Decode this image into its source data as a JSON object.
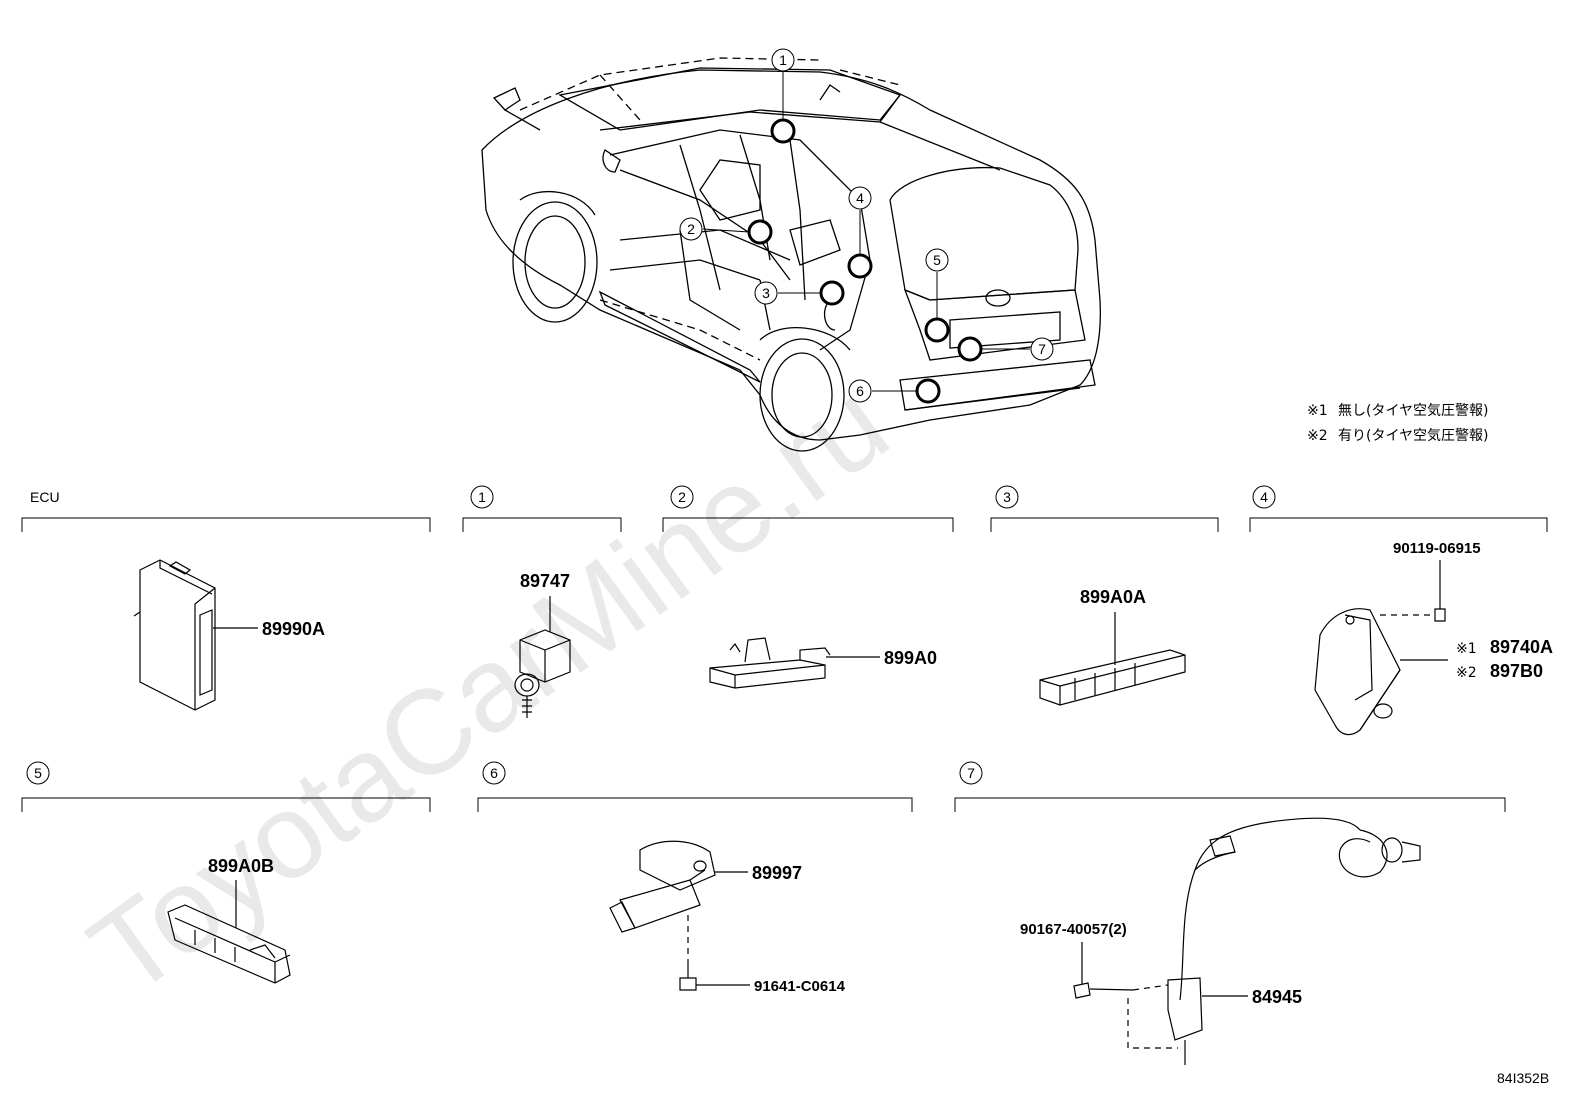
{
  "watermark": "ToyotaCarMine.ru",
  "figure_code": "84I352B",
  "notes": [
    {
      "mark": "※1",
      "text": "無し(タイヤ空気圧警報)"
    },
    {
      "mark": "※2",
      "text": "有り(タイヤ空気圧警報)"
    }
  ],
  "callouts": [
    "1",
    "2",
    "3",
    "4",
    "5",
    "6",
    "7"
  ],
  "sections": {
    "ecu": {
      "title": "ECU",
      "part": "89990A"
    },
    "s1": {
      "num": "1",
      "part": "89747"
    },
    "s2": {
      "num": "2",
      "part": "899A0"
    },
    "s3": {
      "num": "3",
      "part": "899A0A"
    },
    "s4": {
      "num": "4",
      "bolt": "90119-06915",
      "part_a_mark": "※1",
      "part_a": "89740A",
      "part_b_mark": "※2",
      "part_b": "897B0"
    },
    "s5": {
      "num": "5",
      "part": "899A0B"
    },
    "s6": {
      "num": "6",
      "part": "89997",
      "bolt": "91641-C0614"
    },
    "s7": {
      "num": "7",
      "bolt": "90167-40057(2)",
      "part": "84945"
    }
  }
}
